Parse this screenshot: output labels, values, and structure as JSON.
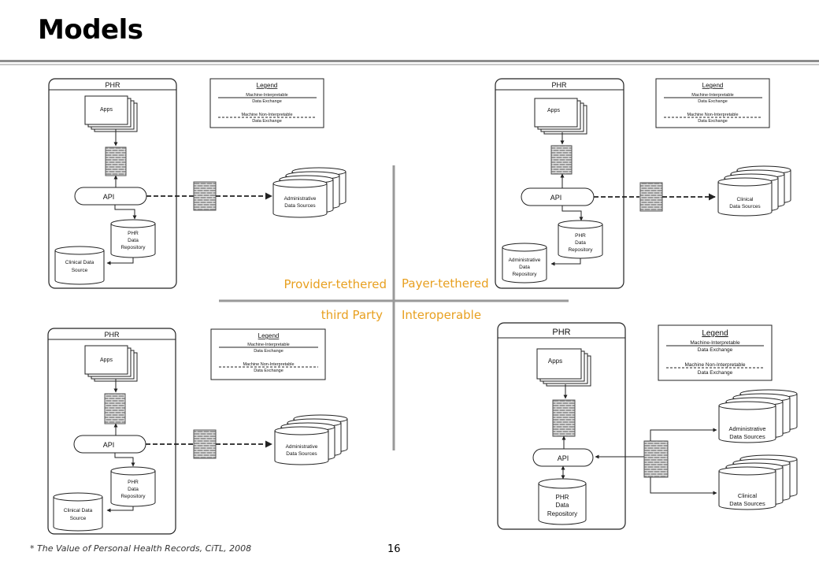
{
  "slide": {
    "title": "Models",
    "footnote": "* The Value of Personal Health Records, CiTL, 2008",
    "page_number": "16"
  },
  "text": {
    "phr": "PHR",
    "apps": "Apps",
    "api": "API",
    "repo1": "PHR",
    "repo2": "Data",
    "repo3": "Repository",
    "legend_title": "Legend",
    "legend_mi1": "Machine-Interpretable",
    "legend_mi2": "Data Exchange",
    "legend_mn1": "Machine Non-Interpretable",
    "legend_mn2": "Data Exchange",
    "clin1": "Clinical Data",
    "clin2": "Source",
    "admin1": "Administrative",
    "admin2": "Data Sources",
    "admin_repo1": "Administrative",
    "admin_repo2": "Data",
    "admin_repo3": "Repository",
    "clinsrc1": "Clinical",
    "clinsrc2": "Data Sources"
  },
  "quadrants": {
    "provider": "Provider-tethered",
    "payer": "Payer-tethered",
    "third_party": "third Party",
    "interoperable": "Interoperable"
  },
  "colors": {
    "accent": "#e8a020",
    "rule": "#999999",
    "line": "#222222",
    "firewall": "#8a8a8a"
  }
}
